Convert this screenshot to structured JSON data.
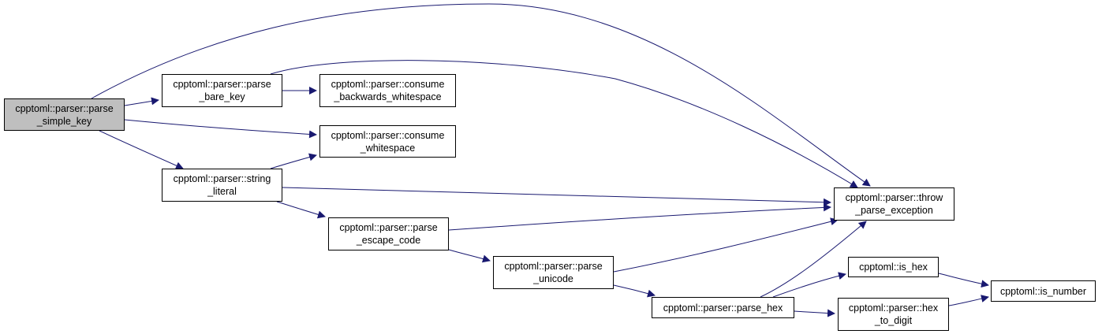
{
  "colors": {
    "edge": "#191970",
    "root_fill": "#bfbfbf",
    "node_fill": "#ffffff",
    "border": "#000000"
  },
  "nodes": {
    "parse_simple_key": {
      "line1": "cpptoml::parser::parse",
      "line2": "_simple_key"
    },
    "parse_bare_key": {
      "line1": "cpptoml::parser::parse",
      "line2": "_bare_key"
    },
    "consume_backwards_whitespace": {
      "line1": "cpptoml::parser::consume",
      "line2": "_backwards_whitespace"
    },
    "consume_whitespace": {
      "line1": "cpptoml::parser::consume",
      "line2": "_whitespace"
    },
    "string_literal": {
      "line1": "cpptoml::parser::string",
      "line2": "_literal"
    },
    "throw_parse_exception": {
      "line1": "cpptoml::parser::throw",
      "line2": "_parse_exception"
    },
    "parse_escape_code": {
      "line1": "cpptoml::parser::parse",
      "line2": "_escape_code"
    },
    "parse_unicode": {
      "line1": "cpptoml::parser::parse",
      "line2": "_unicode"
    },
    "parse_hex": {
      "line1": "cpptoml::parser::parse_hex"
    },
    "is_hex": {
      "line1": "cpptoml::is_hex"
    },
    "hex_to_digit": {
      "line1": "cpptoml::parser::hex",
      "line2": "_to_digit"
    },
    "is_number": {
      "line1": "cpptoml::is_number"
    }
  },
  "edges": [
    {
      "from": "parse_simple_key",
      "to": "parse_bare_key"
    },
    {
      "from": "parse_simple_key",
      "to": "throw_parse_exception"
    },
    {
      "from": "parse_simple_key",
      "to": "consume_whitespace"
    },
    {
      "from": "parse_simple_key",
      "to": "string_literal"
    },
    {
      "from": "parse_bare_key",
      "to": "consume_backwards_whitespace"
    },
    {
      "from": "parse_bare_key",
      "to": "throw_parse_exception"
    },
    {
      "from": "string_literal",
      "to": "consume_whitespace"
    },
    {
      "from": "string_literal",
      "to": "throw_parse_exception"
    },
    {
      "from": "string_literal",
      "to": "parse_escape_code"
    },
    {
      "from": "parse_escape_code",
      "to": "throw_parse_exception"
    },
    {
      "from": "parse_escape_code",
      "to": "parse_unicode"
    },
    {
      "from": "parse_unicode",
      "to": "throw_parse_exception"
    },
    {
      "from": "parse_unicode",
      "to": "parse_hex"
    },
    {
      "from": "parse_hex",
      "to": "throw_parse_exception"
    },
    {
      "from": "parse_hex",
      "to": "is_hex"
    },
    {
      "from": "parse_hex",
      "to": "hex_to_digit"
    },
    {
      "from": "is_hex",
      "to": "is_number"
    },
    {
      "from": "hex_to_digit",
      "to": "is_number"
    }
  ]
}
